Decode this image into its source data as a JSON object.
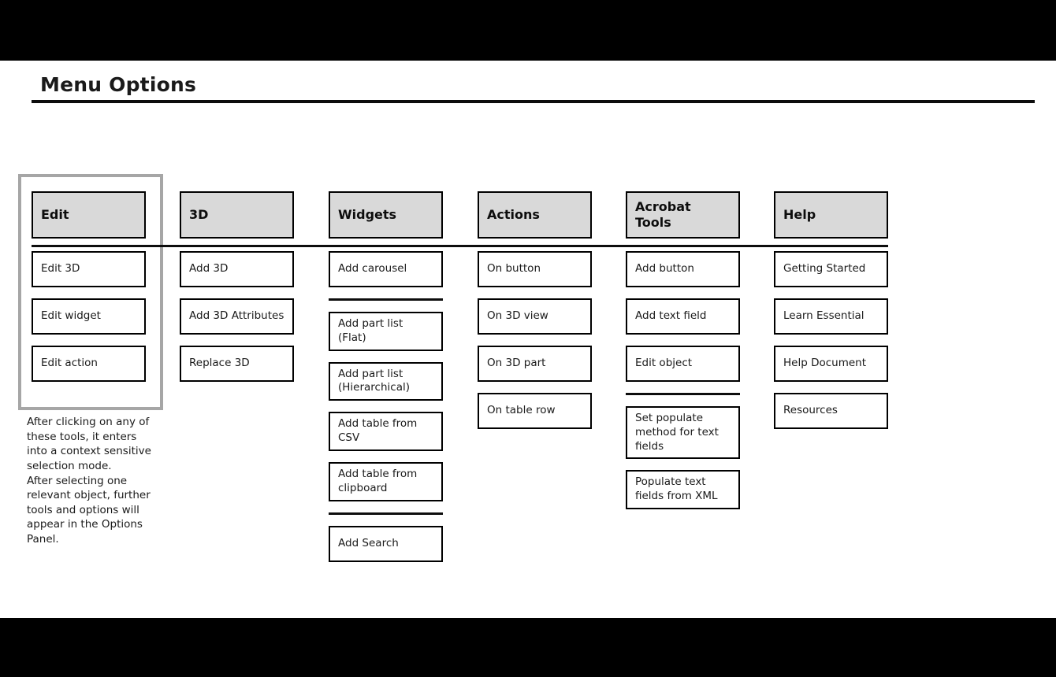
{
  "page": {
    "title": "Menu Options"
  },
  "columns": [
    {
      "id": "edit",
      "header": "Edit",
      "highlighted": true,
      "groups": [
        {
          "items": [
            "Edit 3D",
            "Edit widget",
            "Edit action"
          ]
        }
      ]
    },
    {
      "id": "3d",
      "header": "3D",
      "highlighted": false,
      "groups": [
        {
          "items": [
            "Add 3D",
            "Add 3D Attributes",
            "Replace 3D"
          ]
        }
      ]
    },
    {
      "id": "widgets",
      "header": "Widgets",
      "highlighted": false,
      "groups": [
        {
          "items": [
            "Add carousel"
          ]
        },
        {
          "items": [
            "Add part list (Flat)",
            "Add part list (Hierarchical)",
            "Add table from CSV",
            "Add table from clipboard"
          ]
        },
        {
          "items": [
            "Add Search"
          ]
        }
      ]
    },
    {
      "id": "actions",
      "header": "Actions",
      "highlighted": false,
      "groups": [
        {
          "items": [
            "On button",
            "On 3D view",
            "On 3D part",
            "On table row"
          ]
        }
      ]
    },
    {
      "id": "acrobat-tools",
      "header": "Acrobat Tools",
      "highlighted": false,
      "groups": [
        {
          "items": [
            "Add button",
            "Add text field",
            "Edit object"
          ]
        },
        {
          "items": [
            "Set populate method for text fields",
            "Populate text fields from XML"
          ]
        }
      ]
    },
    {
      "id": "help",
      "header": "Help",
      "highlighted": false,
      "groups": [
        {
          "items": [
            "Getting Started",
            "Learn Essential",
            "Help Document",
            "Resources"
          ]
        }
      ]
    }
  ],
  "caption": {
    "paragraphs": [
      "After clicking on any of these tools, it enters into a context sensitive selection mode.",
      "After selecting one relevant object, further tools and options will appear in the Options Panel."
    ]
  },
  "colors": {
    "header_fill": "#d9d9d9",
    "border": "#000000",
    "highlight_frame": "#a6a6a6",
    "letterbox": "#000000",
    "page_background": "#ffffff",
    "text": "#1a1a1a"
  }
}
